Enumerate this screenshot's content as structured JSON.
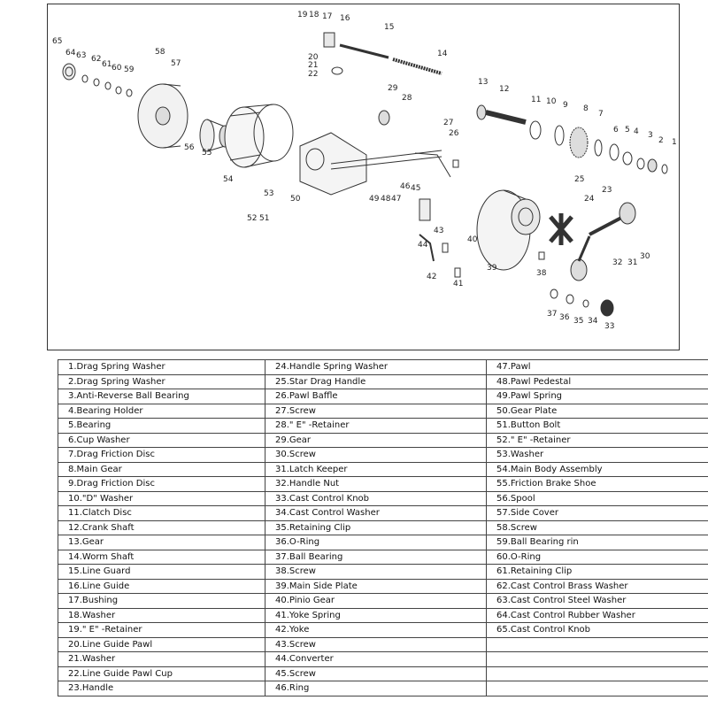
{
  "diagram": {
    "callouts": [
      "1",
      "2",
      "3",
      "4",
      "5",
      "6",
      "7",
      "8",
      "9",
      "10",
      "11",
      "12",
      "13",
      "14",
      "15",
      "16",
      "17",
      "18",
      "19",
      "20",
      "21",
      "22",
      "23",
      "24",
      "25",
      "26",
      "27",
      "28",
      "29",
      "30",
      "31",
      "32",
      "33",
      "34",
      "35",
      "36",
      "37",
      "38",
      "39",
      "40",
      "41",
      "42",
      "43",
      "44",
      "45",
      "46",
      "47",
      "48",
      "49",
      "50",
      "51",
      "52",
      "53",
      "54",
      "55",
      "56",
      "57",
      "58",
      "59",
      "60",
      "61",
      "62",
      "63",
      "64",
      "65"
    ]
  },
  "parts": [
    [
      "1.Drag  Spring  Washer",
      "24.Handle  Spring  Washer",
      "47.Pawl"
    ],
    [
      "2.Drag  Spring  Washer",
      "25.Star  Drag  Handle",
      "48.Pawl  Pedestal"
    ],
    [
      "3.Anti-Reverse  Ball  Bearing",
      "26.Pawl  Baffle",
      "49.Pawl  Spring"
    ],
    [
      "4.Bearing Holder",
      "27.Screw",
      "50.Gear Plate"
    ],
    [
      "5.Bearing",
      "28.\" E\" -Retainer",
      "51.Button Bolt"
    ],
    [
      "6.Cup Washer",
      "29.Gear",
      "52.\" E\" -Retainer"
    ],
    [
      "7.Drag  Friction  Disc",
      "30.Screw",
      "53.Washer"
    ],
    [
      "8.Main  Gear",
      "31.Latch  Keeper",
      "54.Main Body Assembly"
    ],
    [
      "9.Drag  Friction  Disc",
      "32.Handle  Nut",
      "55.Friction Brake Shoe"
    ],
    [
      "10.\"D\" Washer",
      "33.Cast  Control  Knob",
      "56.Spool"
    ],
    [
      "11.Clatch Disc",
      "34.Cast  Control  Washer",
      "57.Side Cover"
    ],
    [
      "12.Crank  Shaft",
      "35.Retaining  Clip",
      "58.Screw"
    ],
    [
      "13.Gear",
      "36.O-Ring",
      "59.Ball  Bearing rin"
    ],
    [
      "14.Worm Shaft",
      "37.Ball  Bearing",
      "60.O-Ring"
    ],
    [
      "15.Line Guard",
      "38.Screw",
      "61.Retaining  Clip"
    ],
    [
      "16.Line Guide",
      "39.Main Side Plate",
      "62.Cast  Control  Brass  Washer"
    ],
    [
      "17.Bushing",
      "40.Pinio Gear",
      "63.Cast  Control  Steel  Washer"
    ],
    [
      "18.Washer",
      "41.Yoke Spring",
      "64.Cast  Control  Rubber  Washer"
    ],
    [
      "19.\" E\" -Retainer",
      "42.Yoke",
      "65.Cast  Control  Knob"
    ],
    [
      "20.Line Guide Pawl",
      "43.Screw",
      ""
    ],
    [
      "21.Washer",
      "44.Converter",
      ""
    ],
    [
      "22.Line Guide Pawl Cup",
      "45.Screw",
      ""
    ],
    [
      "23.Handle",
      "46.Ring",
      ""
    ]
  ]
}
